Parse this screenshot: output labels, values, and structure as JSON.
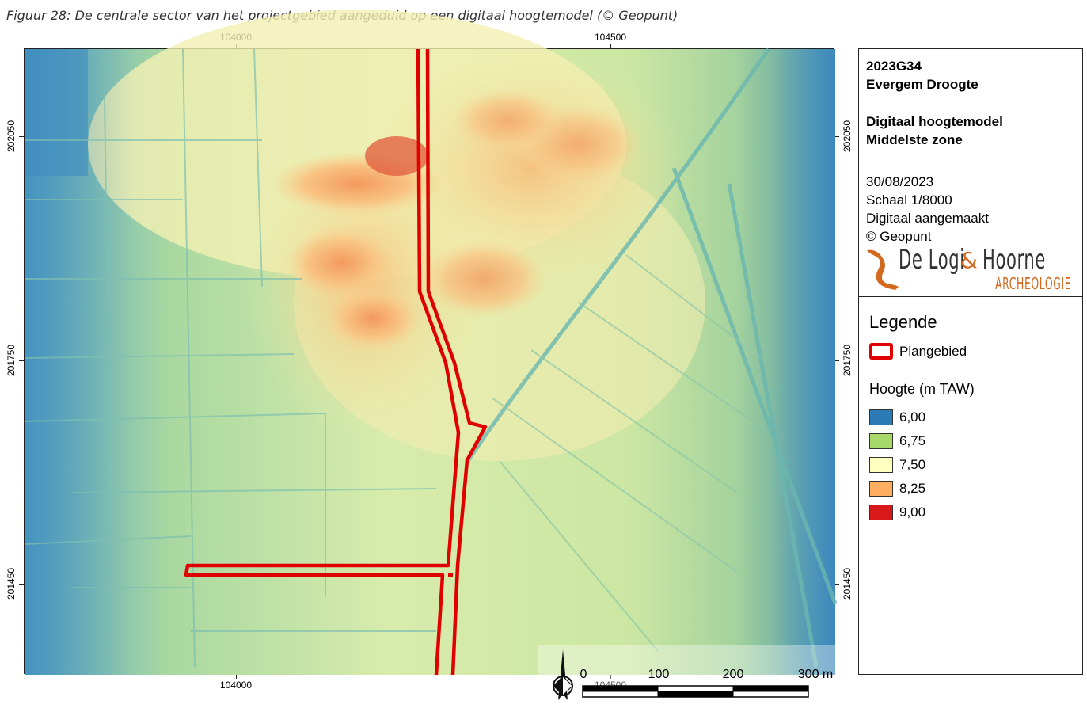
{
  "caption": "Figuur 28: De centrale sector van het projectgebied aangeduid op een digitaal hoogtemodel (© Geopunt)",
  "coords": {
    "top": [
      "104000",
      "104500"
    ],
    "bottom": [
      "104000",
      "104500"
    ],
    "left": [
      "202050",
      "201750",
      "201450"
    ],
    "right": [
      "202050",
      "201750",
      "201450"
    ]
  },
  "info": {
    "code": "2023G34",
    "project": "Evergem Droogte",
    "title1": "Digitaal hoogtemodel",
    "title2": "Middelste zone",
    "date": "30/08/2023",
    "scale": "Schaal 1/8000",
    "made": "Digitaal aangemaakt",
    "source": "© Geopunt"
  },
  "logo": {
    "name1": "De Logi",
    "amp": "&",
    "name2": "Hoorne",
    "sub": "ARCHEOLOGIE",
    "color": "#d2691e"
  },
  "legend": {
    "title": "Legende",
    "plan_label": "Plangebied",
    "plan_color": "#e00000",
    "height_title": "Hoogte (m TAW)",
    "classes": [
      {
        "label": "6,00",
        "color": "#2c7bb6"
      },
      {
        "label": "6,75",
        "color": "#a6d96a"
      },
      {
        "label": "7,50",
        "color": "#ffffbf"
      },
      {
        "label": "8,25",
        "color": "#fdae61"
      },
      {
        "label": "9,00",
        "color": "#d7191c"
      }
    ]
  },
  "scalebar": {
    "labels": [
      "0",
      "100",
      "200",
      "300 m"
    ]
  }
}
